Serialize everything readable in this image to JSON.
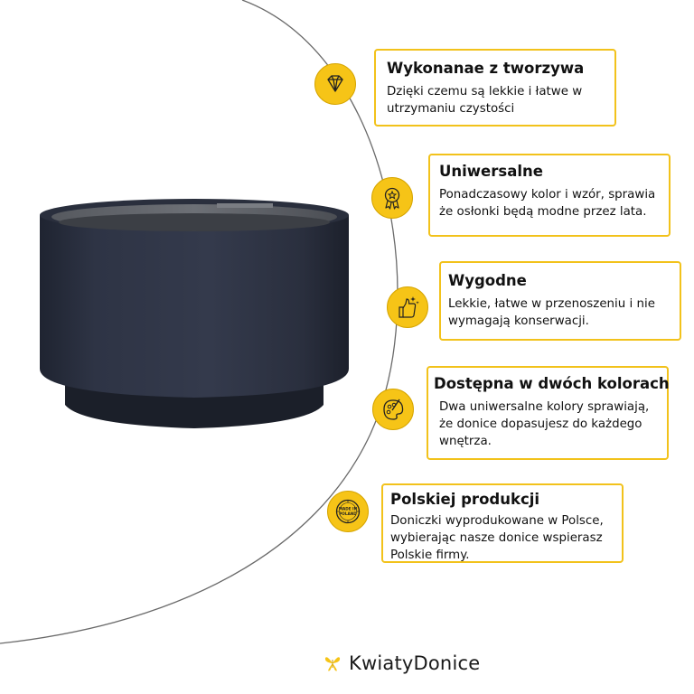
{
  "features": [
    {
      "icon": "diamond-icon",
      "title": "Wykonanae z tworzywa",
      "desc": "Dzięki czemu są lekkie i łatwe w utrzymaniu czystości"
    },
    {
      "icon": "award-medal-icon",
      "title": "Uniwersalne",
      "desc": "Ponadczasowy kolor i wzór, sprawia że osłonki będą modne przez lata."
    },
    {
      "icon": "thumbs-up-sparkle-icon",
      "title": "Wygodne",
      "desc": "Lekkie, łatwe w przenoszeniu i nie wymagają konserwacji."
    },
    {
      "icon": "palette-icon",
      "title": "Dostępna w dwóch kolorach",
      "desc": "Dwa uniwersalne kolory sprawiają, że donice dopasujesz do każdego wnętrza."
    },
    {
      "icon": "made-in-poland-stamp-icon",
      "stamp_text": "MADE IN POLAND",
      "title": "Polskiej produkcji",
      "desc": "Doniczki wyprodukowane w Polsce, wybierając nasze donice wspierasz Polskie firmy."
    }
  ],
  "brand": {
    "name": "KwiatyDonice",
    "logo_icon": "butterfly-icon"
  },
  "colors": {
    "accent": "#f6c417",
    "card_border": "#f2c21b",
    "pot": "#2c3140",
    "arc": "#555555"
  }
}
